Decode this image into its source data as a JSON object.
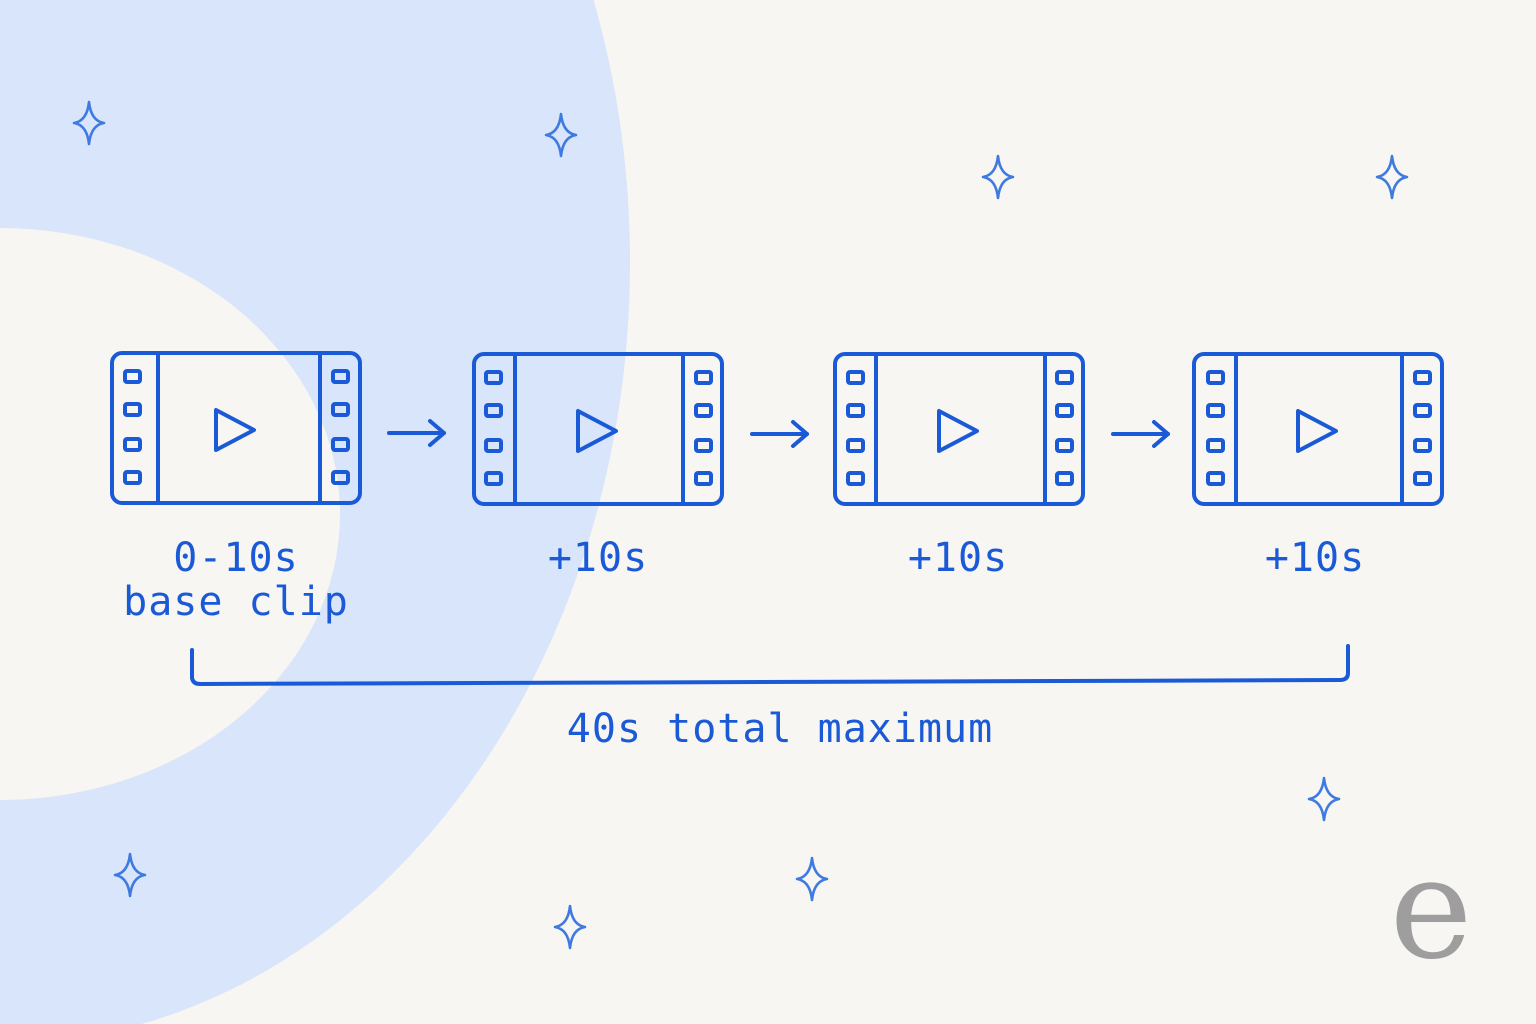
{
  "colors": {
    "background": "#f7f6f2",
    "ring": "#d8e5fb",
    "accent": "#1b5ad6",
    "sparkle": "#3f7ae0",
    "logo": "#9e9e9e"
  },
  "clips": [
    {
      "icon": "film-play-icon",
      "label_lines": [
        "0-10s",
        "base clip"
      ]
    },
    {
      "icon": "film-play-icon",
      "label_lines": [
        "+10s"
      ]
    },
    {
      "icon": "film-play-icon",
      "label_lines": [
        "+10s"
      ]
    },
    {
      "icon": "film-play-icon",
      "label_lines": [
        "+10s"
      ]
    }
  ],
  "connector_icon": "arrow-right-icon",
  "decoration_icon": "sparkle-icon",
  "total_label": "40s total maximum",
  "logo_letter": "e"
}
